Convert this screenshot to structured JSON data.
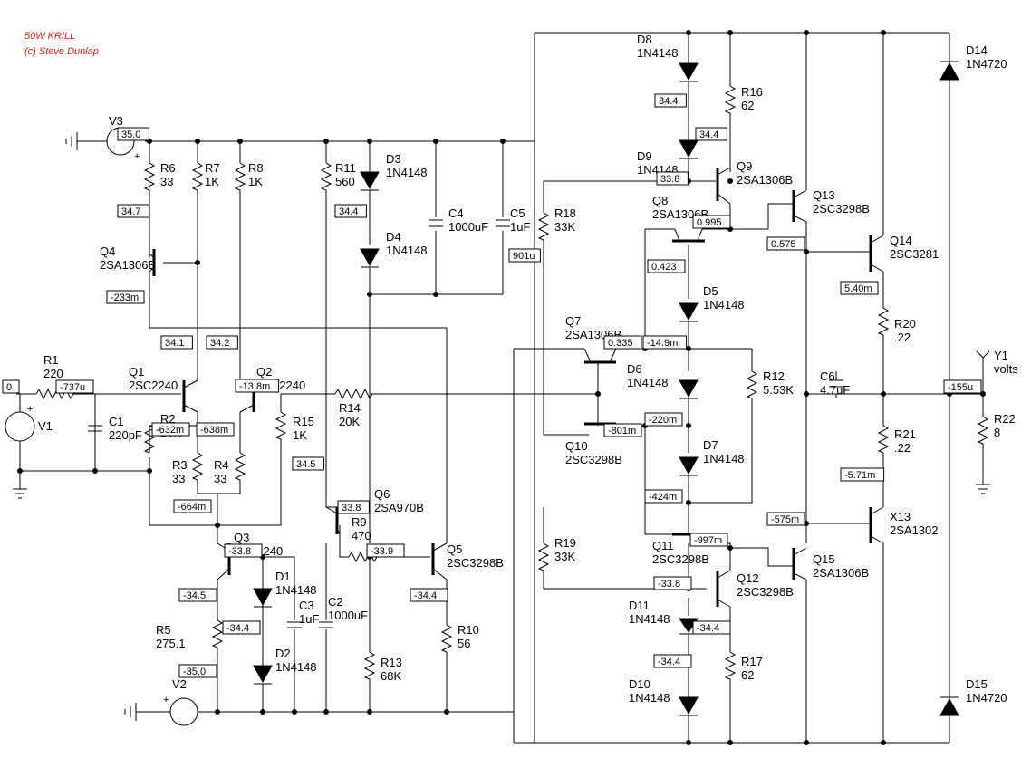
{
  "credit": {
    "line1": "50W KRILL",
    "line2": "(c) Steve Dunlap"
  },
  "components": [
    {
      "id": "r1",
      "ref": "R1",
      "value": "220"
    },
    {
      "id": "v1",
      "ref": "V1",
      "value": ""
    },
    {
      "id": "c1",
      "ref": "C1",
      "value": "220pF"
    },
    {
      "id": "v3",
      "ref": "V3",
      "value": ""
    },
    {
      "id": "r6",
      "ref": "R6",
      "value": "33"
    },
    {
      "id": "r7",
      "ref": "R7",
      "value": "1K"
    },
    {
      "id": "r8",
      "ref": "R8",
      "value": "1K"
    },
    {
      "id": "q4",
      "ref": "Q4",
      "value": "2SA1306B"
    },
    {
      "id": "q1",
      "ref": "Q1",
      "value": "2SC2240"
    },
    {
      "id": "q2",
      "ref": "Q2",
      "value": "2SC2240"
    },
    {
      "id": "r2",
      "ref": "R2",
      "value": "20K"
    },
    {
      "id": "r3",
      "ref": "R3",
      "value": "33"
    },
    {
      "id": "r4",
      "ref": "R4",
      "value": "33"
    },
    {
      "id": "r15",
      "ref": "R15",
      "value": "1K"
    },
    {
      "id": "q3",
      "ref": "Q3",
      "value": "2SC2240"
    },
    {
      "id": "r5",
      "ref": "R5",
      "value": "275.1"
    },
    {
      "id": "d1",
      "ref": "D1",
      "value": "1N4148"
    },
    {
      "id": "d2",
      "ref": "D2",
      "value": "1N4148"
    },
    {
      "id": "c3",
      "ref": "C3",
      "value": "1uF"
    },
    {
      "id": "c2",
      "ref": "C2",
      "value": "1000uF"
    },
    {
      "id": "v2",
      "ref": "V2",
      "value": ""
    },
    {
      "id": "r11",
      "ref": "R11",
      "value": "560"
    },
    {
      "id": "d3",
      "ref": "D3",
      "value": "1N4148"
    },
    {
      "id": "d4",
      "ref": "D4",
      "value": "1N4148"
    },
    {
      "id": "c4",
      "ref": "C4",
      "value": "1000uF"
    },
    {
      "id": "c5",
      "ref": "C5",
      "value": "1uF"
    },
    {
      "id": "r14",
      "ref": "R14",
      "value": "20K"
    },
    {
      "id": "q6",
      "ref": "Q6",
      "value": "2SA970B"
    },
    {
      "id": "r9",
      "ref": "R9",
      "value": "470"
    },
    {
      "id": "q5",
      "ref": "Q5",
      "value": "2SC3298B"
    },
    {
      "id": "r10",
      "ref": "R10",
      "value": "56"
    },
    {
      "id": "r13",
      "ref": "R13",
      "value": "68K"
    },
    {
      "id": "d8",
      "ref": "D8",
      "value": "1N4148"
    },
    {
      "id": "r16",
      "ref": "R16",
      "value": "62"
    },
    {
      "id": "d9",
      "ref": "D9",
      "value": "1N4148"
    },
    {
      "id": "q9",
      "ref": "Q9",
      "value": "2SA1306B"
    },
    {
      "id": "q8",
      "ref": "Q8",
      "value": "2SA1306B"
    },
    {
      "id": "r18",
      "ref": "R18",
      "value": "33K"
    },
    {
      "id": "q13",
      "ref": "Q13",
      "value": "2SC3298B"
    },
    {
      "id": "q14",
      "ref": "Q14",
      "value": "2SC3281"
    },
    {
      "id": "d14",
      "ref": "D14",
      "value": "1N4720"
    },
    {
      "id": "d5",
      "ref": "D5",
      "value": "1N4148"
    },
    {
      "id": "q7",
      "ref": "Q7",
      "value": "2SA1306B"
    },
    {
      "id": "d6",
      "ref": "D6",
      "value": "1N4148"
    },
    {
      "id": "r12",
      "ref": "R12",
      "value": "5.53K"
    },
    {
      "id": "c6",
      "ref": "C6",
      "value": "4.7uF"
    },
    {
      "id": "r20",
      "ref": "R20",
      "value": ".22"
    },
    {
      "id": "y1",
      "ref": "Y1",
      "value": "volts"
    },
    {
      "id": "r22",
      "ref": "R22",
      "value": "8"
    },
    {
      "id": "q10",
      "ref": "Q10",
      "value": "2SC3298B"
    },
    {
      "id": "d7",
      "ref": "D7",
      "value": "1N4148"
    },
    {
      "id": "r21",
      "ref": "R21",
      "value": ".22"
    },
    {
      "id": "x13",
      "ref": "X13",
      "value": "2SA1302"
    },
    {
      "id": "r19",
      "ref": "R19",
      "value": "33K"
    },
    {
      "id": "q11",
      "ref": "Q11",
      "value": "2SC3298B"
    },
    {
      "id": "q12",
      "ref": "Q12",
      "value": "2SC3298B"
    },
    {
      "id": "q15",
      "ref": "Q15",
      "value": "2SA1306B"
    },
    {
      "id": "d11",
      "ref": "D11",
      "value": "1N4148"
    },
    {
      "id": "r17",
      "ref": "R17",
      "value": "62"
    },
    {
      "id": "d10",
      "ref": "D10",
      "value": "1N4148"
    },
    {
      "id": "d15",
      "ref": "D15",
      "value": "1N4720"
    }
  ],
  "voltages": [
    {
      "id": "v-in",
      "value": "0"
    },
    {
      "id": "v-r1",
      "value": "-737u"
    },
    {
      "id": "v-v3",
      "value": "35.0"
    },
    {
      "id": "v-r6",
      "value": "34.7"
    },
    {
      "id": "v-q4e",
      "value": "-233m"
    },
    {
      "id": "v-r7",
      "value": "34.1"
    },
    {
      "id": "v-r8",
      "value": "34.2"
    },
    {
      "id": "v-q2b",
      "value": "-13.8m"
    },
    {
      "id": "v-q1e",
      "value": "-632m"
    },
    {
      "id": "v-q2e",
      "value": "-638m"
    },
    {
      "id": "v-r15",
      "value": "34.5"
    },
    {
      "id": "v-r3",
      "value": "-664m"
    },
    {
      "id": "v-q3c",
      "value": "-33.8"
    },
    {
      "id": "v-q3e",
      "value": "-34.5"
    },
    {
      "id": "v-d2",
      "value": "-34.4"
    },
    {
      "id": "v-v2",
      "value": "-35.0"
    },
    {
      "id": "v-r11",
      "value": "34.4"
    },
    {
      "id": "v-q6",
      "value": "33.8"
    },
    {
      "id": "v-r9",
      "value": "-33.9"
    },
    {
      "id": "v-q5e",
      "value": "-34.4"
    },
    {
      "id": "v-c5",
      "value": "901u"
    },
    {
      "id": "v-d8",
      "value": "34.4"
    },
    {
      "id": "v-r16",
      "value": "34.4"
    },
    {
      "id": "v-d9",
      "value": "33.8"
    },
    {
      "id": "v-q8c",
      "value": "0.995"
    },
    {
      "id": "v-q13",
      "value": "0.575"
    },
    {
      "id": "v-q8e",
      "value": "0.423"
    },
    {
      "id": "v-q14e",
      "value": "5.40m"
    },
    {
      "id": "v-q7b",
      "value": "0.335"
    },
    {
      "id": "v-d6",
      "value": "-14.9m"
    },
    {
      "id": "v-out",
      "value": "-155u"
    },
    {
      "id": "v-d7a",
      "value": "-220m"
    },
    {
      "id": "v-q10",
      "value": "-801m"
    },
    {
      "id": "v-r21",
      "value": "-5.71m"
    },
    {
      "id": "v-d7c",
      "value": "-424m"
    },
    {
      "id": "v-x13",
      "value": "-575m"
    },
    {
      "id": "v-q11",
      "value": "-997m"
    },
    {
      "id": "v-q12",
      "value": "-33.8"
    },
    {
      "id": "v-d11",
      "value": "-34.4"
    },
    {
      "id": "v-d10",
      "value": "-34.4"
    }
  ]
}
